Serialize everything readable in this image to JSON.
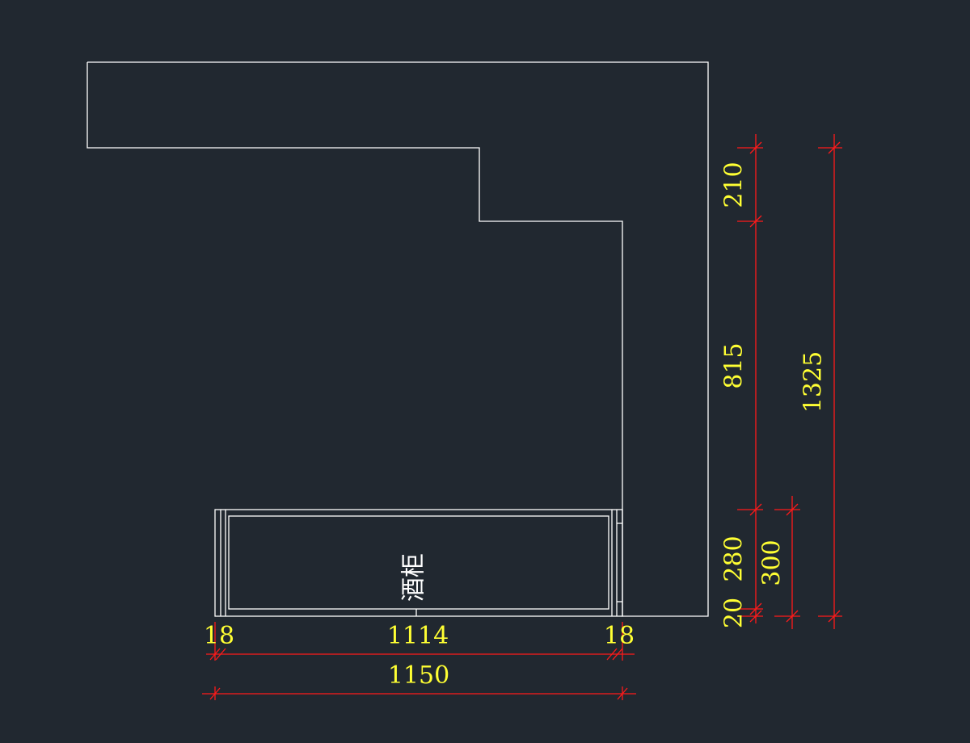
{
  "colors": {
    "background": "#212830",
    "outline": "#ffffff",
    "dimension_line": "#ff1a1a",
    "dimension_text": "#ffff33"
  },
  "label": "酒柜",
  "dimensions": {
    "width_left_panel": "18",
    "width_inner": "1114",
    "width_right_panel": "18",
    "width_total": "1150",
    "height_top": "210",
    "height_middle": "815",
    "height_cabinet": "280",
    "height_base": "20",
    "height_cabinet_total": "300",
    "height_total": "1325"
  }
}
